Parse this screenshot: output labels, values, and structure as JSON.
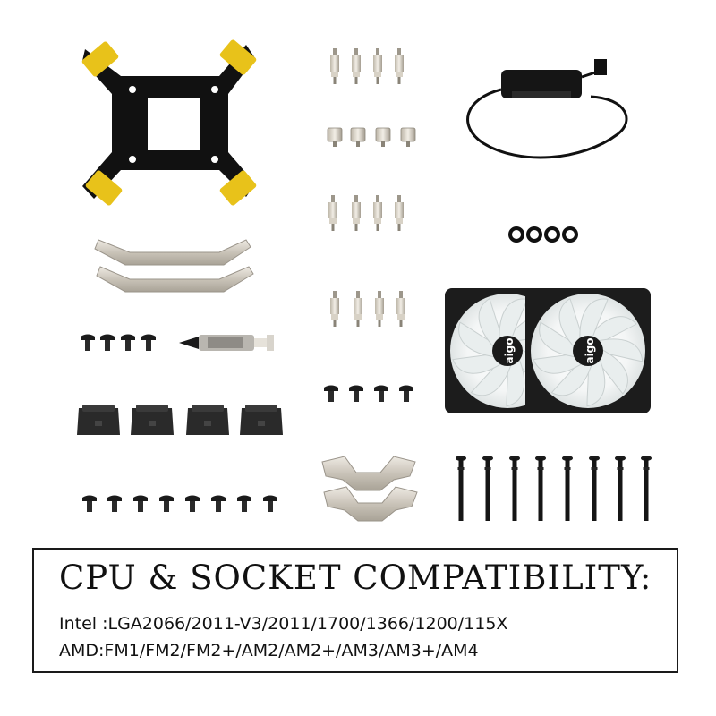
{
  "compatibility": {
    "title": "CPU & SOCKET COMPATIBILITY:",
    "intel": "Intel :LGA2066/2011-V3/2011/1700/1366/1200/115X",
    "amd": "AMD:FM1/FM2/FM2+/AM2/AM2+/AM3/AM3+/AM4"
  },
  "fans": {
    "logo": "aigo"
  },
  "colors": {
    "background": "#ffffff",
    "bracket": "#111111",
    "bracket_pads": "#e8c21a",
    "fan_frame": "#1c1c1c",
    "metal": "#cfc9bf"
  }
}
